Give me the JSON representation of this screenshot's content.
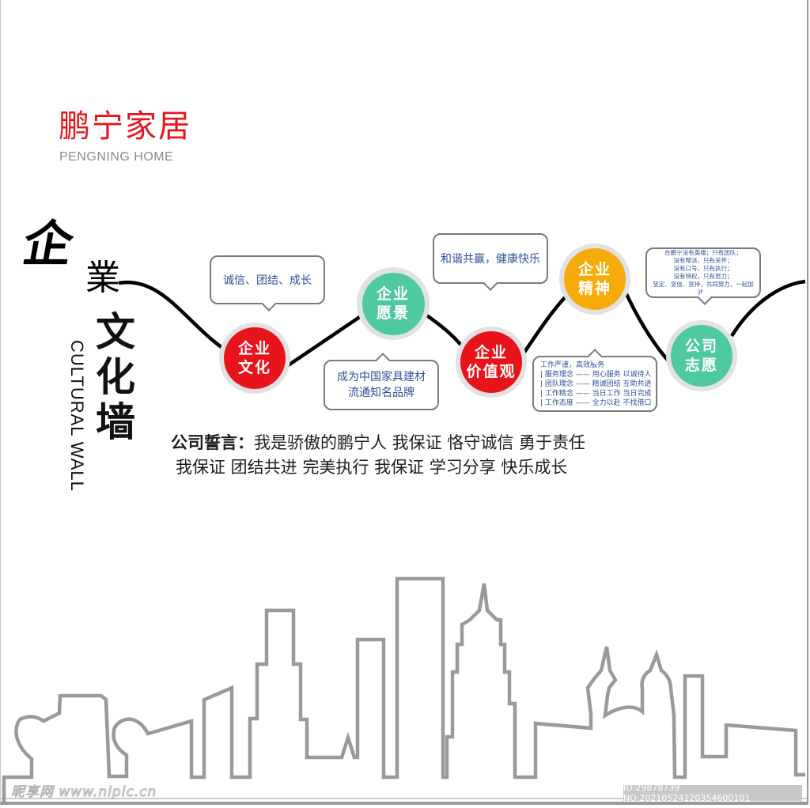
{
  "brand": {
    "name_cn": "鹏宁家居",
    "name_en": "PENGNING HOME",
    "color": "#e8141c"
  },
  "title": {
    "char1": "企",
    "char2": "業",
    "rest": [
      "文",
      "化",
      "墙"
    ],
    "english": "CULTURAL WALL"
  },
  "nodes": [
    {
      "id": "culture",
      "lines": [
        "企业",
        "文化"
      ],
      "color": "#e8141c"
    },
    {
      "id": "vision",
      "lines": [
        "企业",
        "愿景"
      ],
      "color": "#4ec9a0"
    },
    {
      "id": "values",
      "lines": [
        "企业",
        "价值观"
      ],
      "color": "#e8141c"
    },
    {
      "id": "spirit",
      "lines": [
        "企业",
        "精神"
      ],
      "color": "#f7ab0a"
    },
    {
      "id": "aspiration",
      "lines": [
        "公司",
        "志愿"
      ],
      "color": "#4ec9a0"
    }
  ],
  "bubbles": {
    "culture": {
      "lines": [
        "诚信、团结、成长"
      ]
    },
    "vision": {
      "lines": [
        "成为中国家具建材",
        "流通知名品牌"
      ]
    },
    "values": {
      "lines": [
        "和谐共赢，健康快乐"
      ]
    },
    "spirit": {
      "lines": [
        "工作严谨，高效服务",
        "| 服务理念 —— 用心服务  以诚待人",
        "| 团队理念 —— 精诚团结  互助共进",
        "| 工作精念 —— 当日工作  当日完成",
        "| 工作态度 —— 全力以赴  不找借口"
      ]
    },
    "aspiration": {
      "lines": [
        "在鹏宁没有英雄；只有团队；",
        "没有帮派，只有关怀；",
        "没有口号，只有执行；",
        "没有特权，只有努力；",
        "坚定、坚信、坚持，共同努力，一起加油！"
      ]
    }
  },
  "motto": {
    "label": "公司誓言：",
    "line1": "我是骄傲的鹏宁人  我保证  恪守诚信  勇于责任",
    "line2": "我保证  团结共进  完美执行  我保证 学习分享  快乐成长"
  },
  "watermark": {
    "site": "昵享网 www.nipic.cn",
    "id_text": "ID:29878739 NO:20210524120354600101"
  },
  "colors": {
    "bubble_text": "#2f4f9a",
    "bubble_border": "#7a7a7a",
    "skyline": "#9a9a9a",
    "wave": "#000000"
  }
}
